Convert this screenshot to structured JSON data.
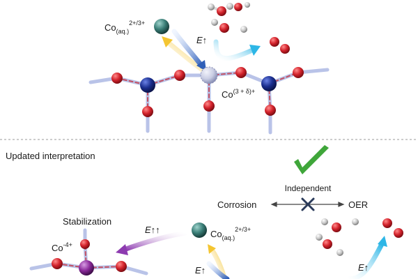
{
  "top": {
    "co_aq_label": "Co",
    "co_aq_sub": "(aq.)",
    "co_aq_sup": "2+/3+",
    "field_label": "E↑",
    "co_center_label": "Co",
    "co_center_sup": "(3 + δ)+"
  },
  "bottom": {
    "section_title": "Updated interpretation",
    "independent_label": "Independent",
    "corrosion_label": "Corrosion",
    "oer_label": "OER",
    "stabilization_label": "Stabilization",
    "field_double_label": "E↑↑",
    "co_minus_label": "Co",
    "co_minus_sup": "-4+",
    "co_aq_label": "Co",
    "co_aq_sub": "(aq.)",
    "co_aq_sup": "2+/3+",
    "field_label_left": "E↑",
    "field_label_right": "E↑"
  },
  "colors": {
    "oxygen": "#c8202a",
    "cobalt_lattice": "#1b2f8f",
    "cobalt_aq": "#3b7f78",
    "cobalt_center": "#c9cde3",
    "cobalt_stabilized": "#8b2a9b",
    "hydrogen": "#bdbdbd",
    "arrow_yellow": "#f4c531",
    "arrow_blue": "#2f5fb8",
    "arrow_cyan": "#2db6e6",
    "arrow_purple": "#8d3bb0",
    "checkmark": "#3fa63a",
    "cross": "#2a3a5a"
  }
}
